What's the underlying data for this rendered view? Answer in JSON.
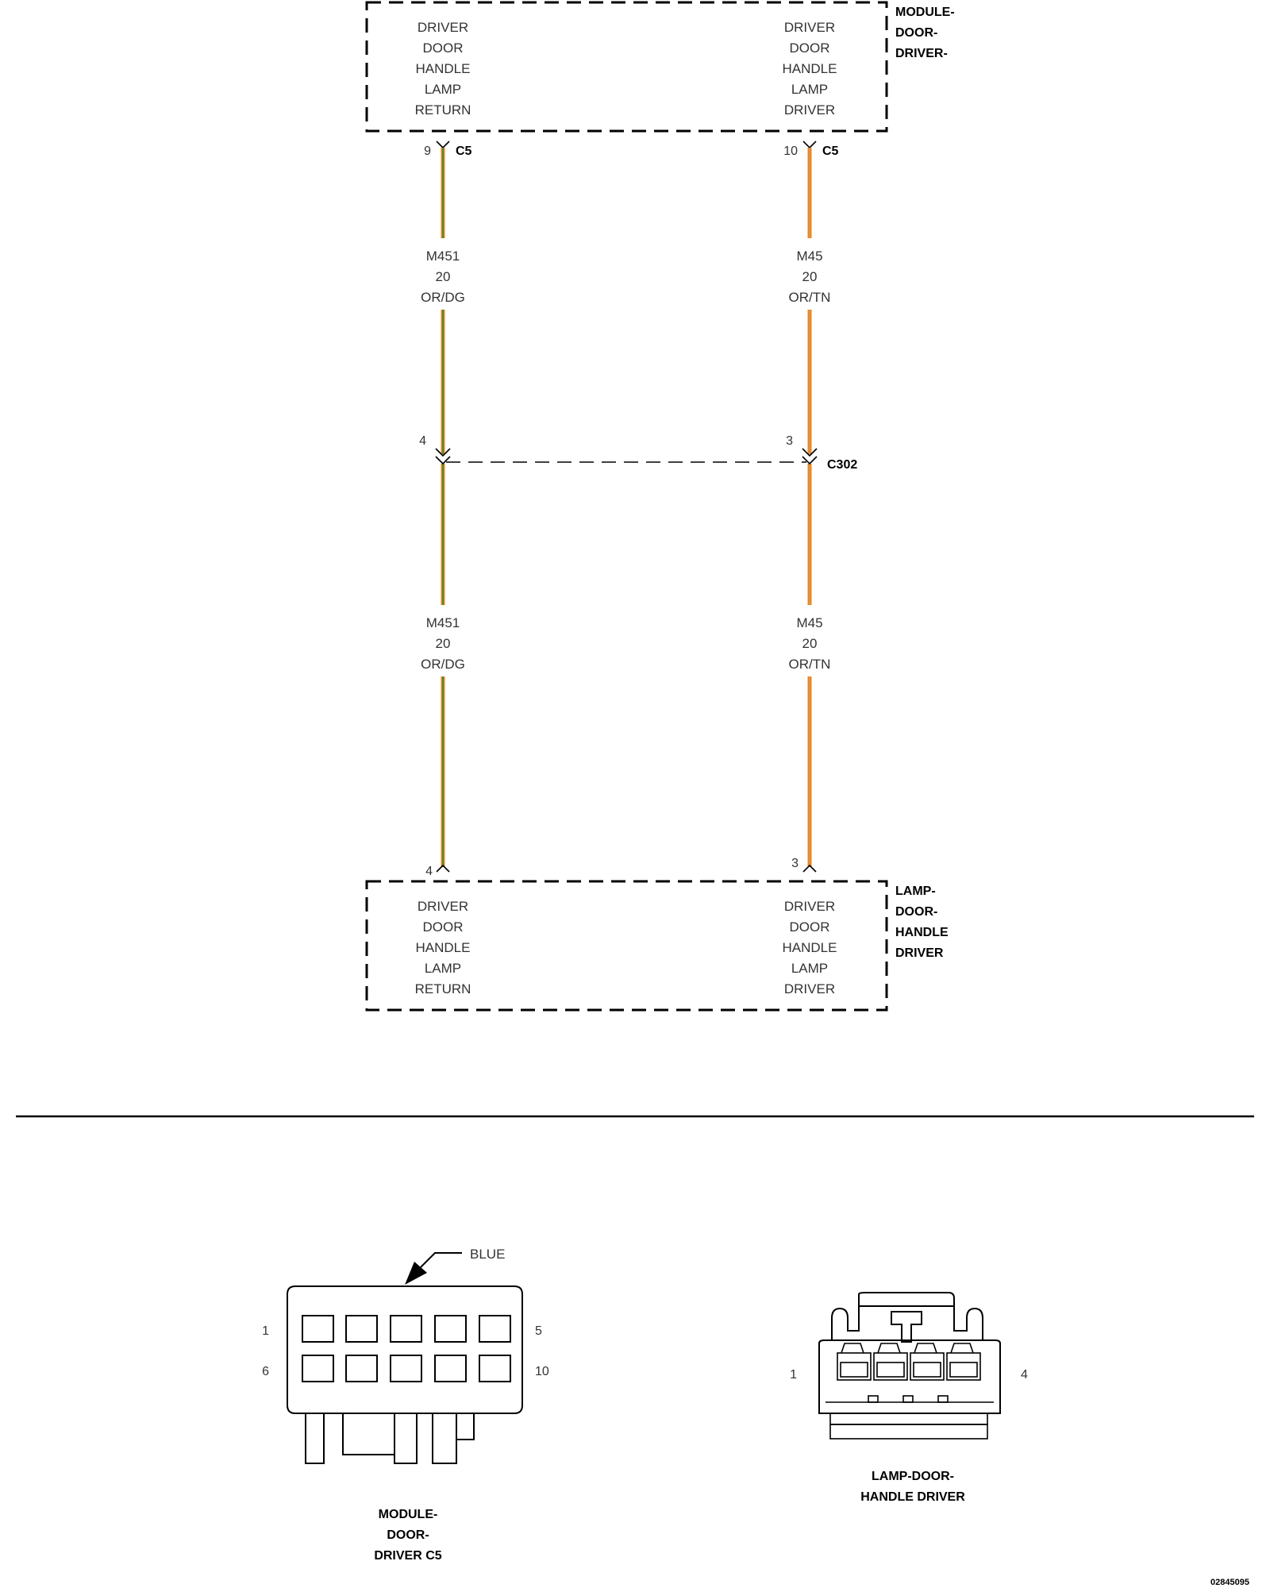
{
  "top_module": {
    "name_lines": [
      "MODULE-",
      "DOOR-",
      "DRIVER-"
    ],
    "left_function": [
      "DRIVER",
      "DOOR",
      "HANDLE",
      "LAMP",
      "RETURN"
    ],
    "right_function": [
      "DRIVER",
      "DOOR",
      "HANDLE",
      "LAMP",
      "DRIVER"
    ],
    "left_pin": "9",
    "right_pin": "10",
    "left_connector": "C5",
    "right_connector": "C5"
  },
  "wires": {
    "left": {
      "circuit": "M451",
      "gauge": "20",
      "color_code": "OR/DG",
      "color_primary": "#e8851f",
      "color_stripe": "#2e8b2e"
    },
    "right": {
      "circuit": "M45",
      "gauge": "20",
      "color_code": "OR/TN",
      "color_primary": "#e8851f",
      "color_stripe": "#d8a060"
    }
  },
  "inline_connector": {
    "name": "C302",
    "left_pin": "4",
    "right_pin": "3"
  },
  "bottom_module": {
    "name_lines": [
      "LAMP-",
      "DOOR-",
      "HANDLE",
      "DRIVER"
    ],
    "left_function": [
      "DRIVER",
      "DOOR",
      "HANDLE",
      "LAMP",
      "RETURN"
    ],
    "right_function": [
      "DRIVER",
      "DOOR",
      "HANDLE",
      "LAMP",
      "DRIVER"
    ],
    "left_pin": "4",
    "right_pin": "3"
  },
  "connector_views": {
    "module_c5": {
      "color_note": "BLUE",
      "pin_top_left": "1",
      "pin_top_right": "5",
      "pin_bottom_left": "6",
      "pin_bottom_right": "10",
      "caption": [
        "MODULE-",
        "DOOR-",
        "DRIVER C5"
      ]
    },
    "lamp": {
      "pin_left": "1",
      "pin_right": "4",
      "caption": [
        "LAMP-DOOR-",
        "HANDLE DRIVER"
      ]
    }
  },
  "figure_id": "02845095"
}
